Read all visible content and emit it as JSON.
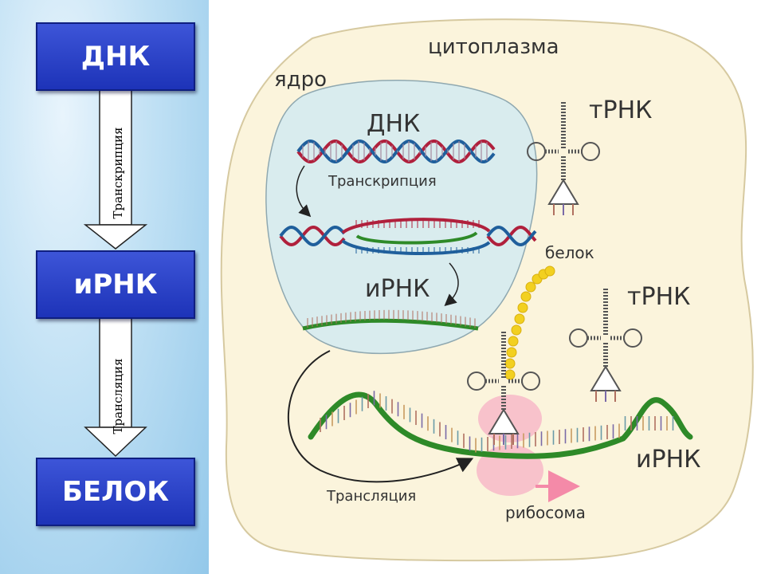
{
  "flow": {
    "dna": "ДНК",
    "mrna": "иРНК",
    "protein": "БЕЛОК",
    "transcription": "Транскрипция",
    "translation": "Трансляция"
  },
  "cell": {
    "cytoplasm": "цитоплазма",
    "nucleus": "ядро",
    "dna": "ДНК",
    "transcription": "Транскрипция",
    "mrna_nucleus": "иРНК",
    "trna_1": "тРНК",
    "trna_2": "тРНК",
    "protein": "белок",
    "mrna_cytoplasm": "иРНК",
    "translation": "Трансляция",
    "ribosome": "рибосома"
  },
  "colors": {
    "box_fill": "#2a42c8",
    "dna_red": "#b0203c",
    "dna_blue": "#1f5f9c",
    "mrna_green": "#2e8a28",
    "ribosome_pink": "#f7b8c8",
    "protein_yellow": "#f2d020",
    "cell_fill": "#fbf4dc",
    "nucleus_fill": "#d9ecee"
  }
}
